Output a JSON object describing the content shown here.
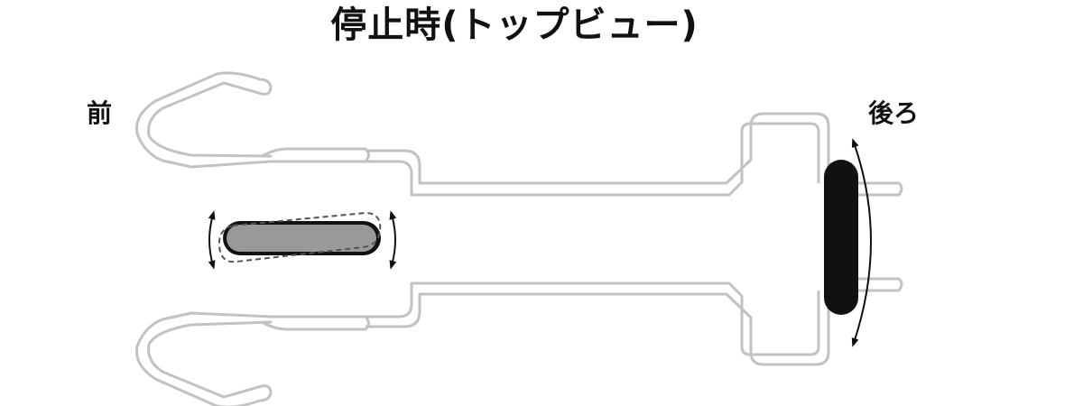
{
  "title": "停止時(トップビュー)",
  "labels": {
    "front": "前",
    "rear": "後ろ"
  },
  "colors": {
    "frame_outline": "#c2c2c2",
    "frame_fill": "#ffffff",
    "front_wheel_shadow": "#111111",
    "front_wheel_gray": "#999999",
    "rear_wheel": "#111111",
    "arrows": "#111111",
    "dashed_outline": "#555555"
  }
}
